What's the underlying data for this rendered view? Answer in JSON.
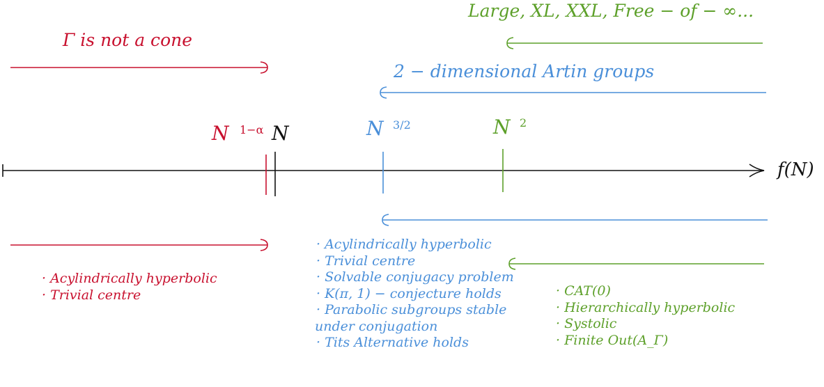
{
  "colors": {
    "red": "#c8102e",
    "blue": "#4a8fd9",
    "green": "#5da02a",
    "axis": "#111111"
  },
  "axis": {
    "label": "f(N)"
  },
  "ticks": {
    "red": {
      "base": "N",
      "exp": "1−α"
    },
    "black": {
      "base": "N"
    },
    "blue": {
      "base": "N",
      "exp": "3/2"
    },
    "green": {
      "base": "N",
      "exp": "2"
    }
  },
  "ranges": {
    "green_title": "Large,  XL,  XXL,  Free − of − ∞...",
    "blue_title": "2 − dimensional Artin groups",
    "red_title": "Γ is not a cone"
  },
  "lists": {
    "red": [
      "· Acylindrically hyperbolic",
      "· Trivial centre"
    ],
    "blue": [
      "· Acylindrically hyperbolic",
      "· Trivial centre",
      "· Solvable conjugacy problem",
      "· K(π, 1) − conjecture holds",
      "· Parabolic subgroups stable",
      "under conjugation",
      "· Tits Alternative holds"
    ],
    "green": [
      "· CAT(0)",
      "· Hierarchically hyperbolic",
      "· Systolic",
      "· Finite Out(A_Γ)"
    ]
  }
}
